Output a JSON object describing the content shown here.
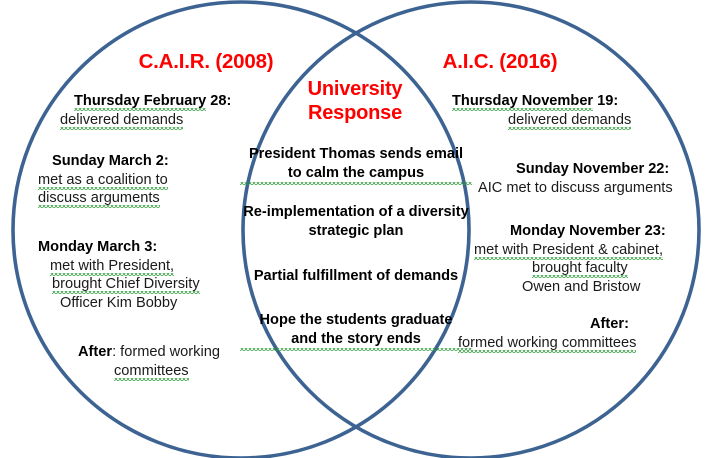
{
  "diagram": {
    "type": "venn-2-circle",
    "stroke_color": "#3d6392",
    "title_color": "#FF0000",
    "text_color": "#000000",
    "background": "#FFFFFF",
    "spellcheck_underline_color": "#2E9B3A"
  },
  "left": {
    "title": "C.A.I.R. (2008)",
    "entries": [
      {
        "lines": [
          {
            "head": "Thursday  February",
            "tail": " 28:"
          },
          {
            "head": "",
            "tail": "delivered demands"
          }
        ]
      },
      {
        "lines": [
          {
            "head": "Sunday March 2:",
            "tail": ""
          },
          {
            "head": "",
            "tail": "met as a coalition to"
          },
          {
            "head": "",
            "tail": "discuss arguments"
          }
        ]
      },
      {
        "lines": [
          {
            "head": "Monday March 3:",
            "tail": ""
          },
          {
            "head": "",
            "tail": "met with President,"
          },
          {
            "head": "",
            "tail": "brought Chief Diversity"
          },
          {
            "head": "",
            "tail": "Officer Kim Bobby"
          }
        ]
      },
      {
        "lines": [
          {
            "head": "After",
            "tail": ":  formed working"
          },
          {
            "head": "",
            "tail": "committees"
          }
        ]
      }
    ]
  },
  "right": {
    "title": "A.I.C. (2016)",
    "entries": [
      {
        "lines": [
          {
            "head": "Thursday  November",
            "tail": " 19:"
          },
          {
            "head": "",
            "tail": "delivered demands"
          }
        ]
      },
      {
        "lines": [
          {
            "head": "Sunday November 22:",
            "tail": ""
          },
          {
            "head": "",
            "tail": "AIC met to discuss arguments"
          }
        ]
      },
      {
        "lines": [
          {
            "head": "Monday November 23:",
            "tail": ""
          },
          {
            "head": "",
            "tail": "met with President & cabinet,"
          },
          {
            "head": "",
            "tail": "brought faculty"
          },
          {
            "head": "",
            "tail": "Owen and Bristow"
          }
        ]
      },
      {
        "lines": [
          {
            "head": "After",
            "tail": ":"
          },
          {
            "head": "",
            "tail": "formed working committees"
          }
        ]
      }
    ]
  },
  "center": {
    "title_line_1": "University",
    "title_line_2": "Response",
    "entries": [
      {
        "lines": [
          "President Thomas sends email",
          "to calm the campus"
        ]
      },
      {
        "lines": [
          "Re-implementation of a diversity",
          "strategic plan"
        ]
      },
      {
        "lines": [
          "Partial fulfillment of demands"
        ]
      },
      {
        "lines": [
          "Hope the students graduate",
          "and the story ends"
        ]
      }
    ]
  }
}
